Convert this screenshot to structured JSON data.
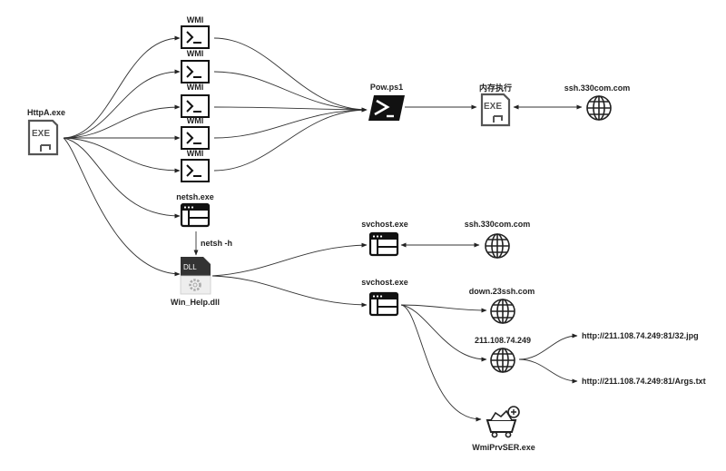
{
  "nodes": {
    "httpa": "HttpA.exe",
    "wmi": [
      "WMI",
      "WMI",
      "WMI",
      "WMI",
      "WMI"
    ],
    "powershell": "Pow.ps1",
    "memexec": "内存执行",
    "domain1": "ssh.330com.com",
    "netsh": "netsh.exe",
    "netsh_cmd": "netsh  -h",
    "dll_file": "Win_Help.dll",
    "dll_badge": "DLL",
    "svchost1": "svchost.exe",
    "domain2": "ssh.330com.com",
    "svchost2": "svchost.exe",
    "domain3": "down.23ssh.com",
    "ip": "211.108.74.249",
    "url1": "http://211.108.74.249:81/32.jpg",
    "url2": "http://211.108.74.249:81/Args.txt",
    "wmiprvse": "WmiPrvSER.exe"
  },
  "icons": {
    "httpa": "exe-file-icon",
    "wmi": "terminal-icon",
    "powershell": "powershell-icon",
    "memexec": "exe-file-icon",
    "network": "globe-icon",
    "window": "window-icon",
    "dll": "dll-file-icon",
    "wmiprvse": "mine-cart-icon"
  },
  "colors": {
    "ink": "#222222",
    "edge": "#333333",
    "bg": "#ffffff"
  }
}
